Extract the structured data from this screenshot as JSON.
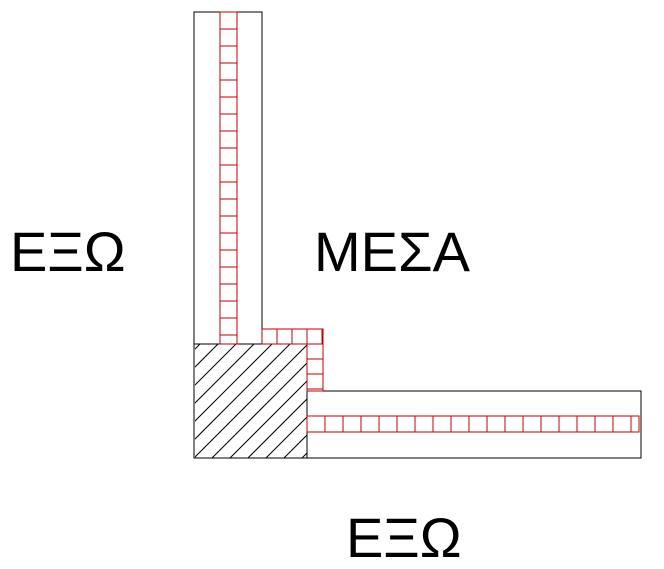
{
  "labels": {
    "outside_left": "ΕΞΩ",
    "inside": "ΜΕΣΑ",
    "outside_bottom": "ΕΞΩ"
  },
  "colors": {
    "outline": "#000000",
    "insulation_hatch": "#c00000",
    "column_hatch": "#000000",
    "background": "#ffffff"
  }
}
